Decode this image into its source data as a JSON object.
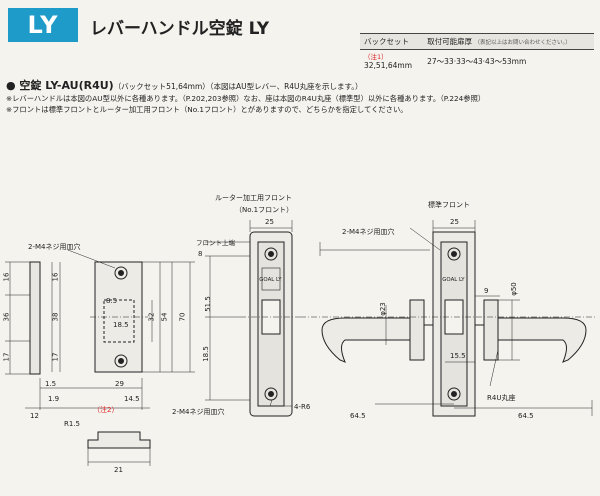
{
  "header": {
    "badge": "LY",
    "title": "レバーハンドル空錠 LY"
  },
  "spec_table": {
    "col1_header": "バックセット",
    "col2_header": "取付可能扉厚",
    "col2_note": "（表記以上はお問い合わせください。）",
    "note_mark": "（注1）",
    "backset": "32,51,64mm",
    "door_thickness": "27〜33·33〜43·43〜53mm"
  },
  "section": {
    "title": "● 空錠 LY-AU(R4U)",
    "subtitle": "（バックセット51,64mm）（本図はAU型レバー、R4U丸座を示します。）"
  },
  "notes": [
    "※レバーハンドルは本図のAU型以外に各種あります。（P.202,203参照）なお、座は本図のR4U丸座（標準型）以外に各種あります。（P.224参照）",
    "※フロントは標準フロントとルーター加工用フロント（No.1フロント）とがありますので、どちらかを指定してください。"
  ],
  "labels": {
    "router_front_1": "ルーター加工用フロント",
    "router_front_2": "（No.1フロント）",
    "std_front": "標準フロント",
    "screw_hole": "2-M4ネジ用皿穴",
    "front_top": "フロント上端",
    "r6": "4-R6",
    "r4u": "R4U丸座",
    "note2": "（注2）",
    "r15": "R1.5",
    "logo": "GOAL LY"
  },
  "dims": {
    "d25a": "25",
    "d25b": "25",
    "d8": "8",
    "d515": "51.5",
    "d185": "18.5",
    "d645a": "64.5",
    "d645b": "64.5",
    "d9": "9",
    "d50": "φ50",
    "d23": "φ23",
    "d155": "15.5",
    "d16a": "16",
    "d36": "36",
    "d17a": "17",
    "d16b": "16",
    "d38": "38",
    "d17b": "17",
    "d85": "8.5",
    "d185b": "18.5",
    "d32": "32",
    "d54": "54",
    "d70": "70",
    "d15": "1.5",
    "d29": "29",
    "d19": "1.9",
    "d145": "14.5",
    "d12": "12",
    "d21": "21"
  }
}
